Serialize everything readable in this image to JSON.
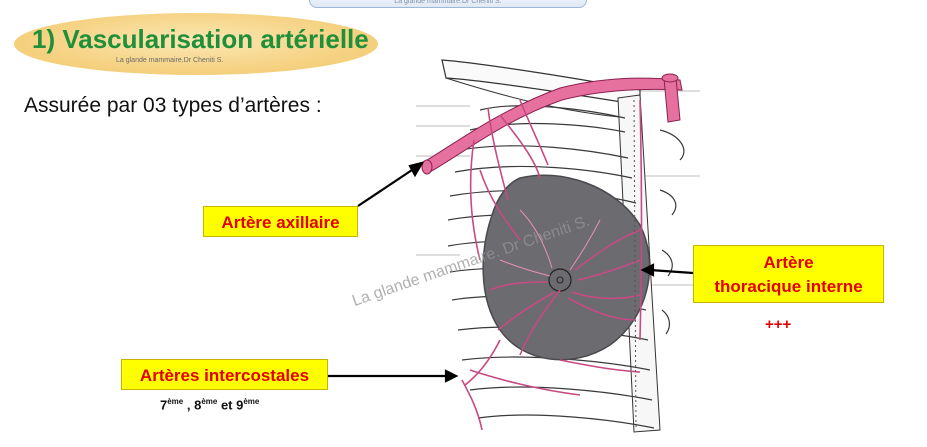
{
  "header_tab": {
    "text": "La glande mammaire.Dr Cheniti S."
  },
  "title": {
    "text": "1) Vascularisation artérielle",
    "subtitle": "La glande mammaire.Dr Cheniti S."
  },
  "intro": "Assurée par 03 types d’artères :",
  "labels": {
    "axillaire": "Artère axillaire",
    "thoracique_line1": "Artère",
    "thoracique_line2": "thoracique interne",
    "thoracique_emphasis": "+++",
    "intercostales": "Artères intercostales",
    "ribs": [
      "7",
      "ème",
      " , 8",
      "ème",
      " et 9",
      "ème"
    ]
  },
  "watermark": "La glande mammaire. Dr Cheniti S.",
  "colors": {
    "title_green": "#1f8f3a",
    "label_yellow": "#ffff00",
    "label_red": "#e20000",
    "artery_pink": "#d64f8a",
    "gland_grey": "#6b6b70"
  }
}
